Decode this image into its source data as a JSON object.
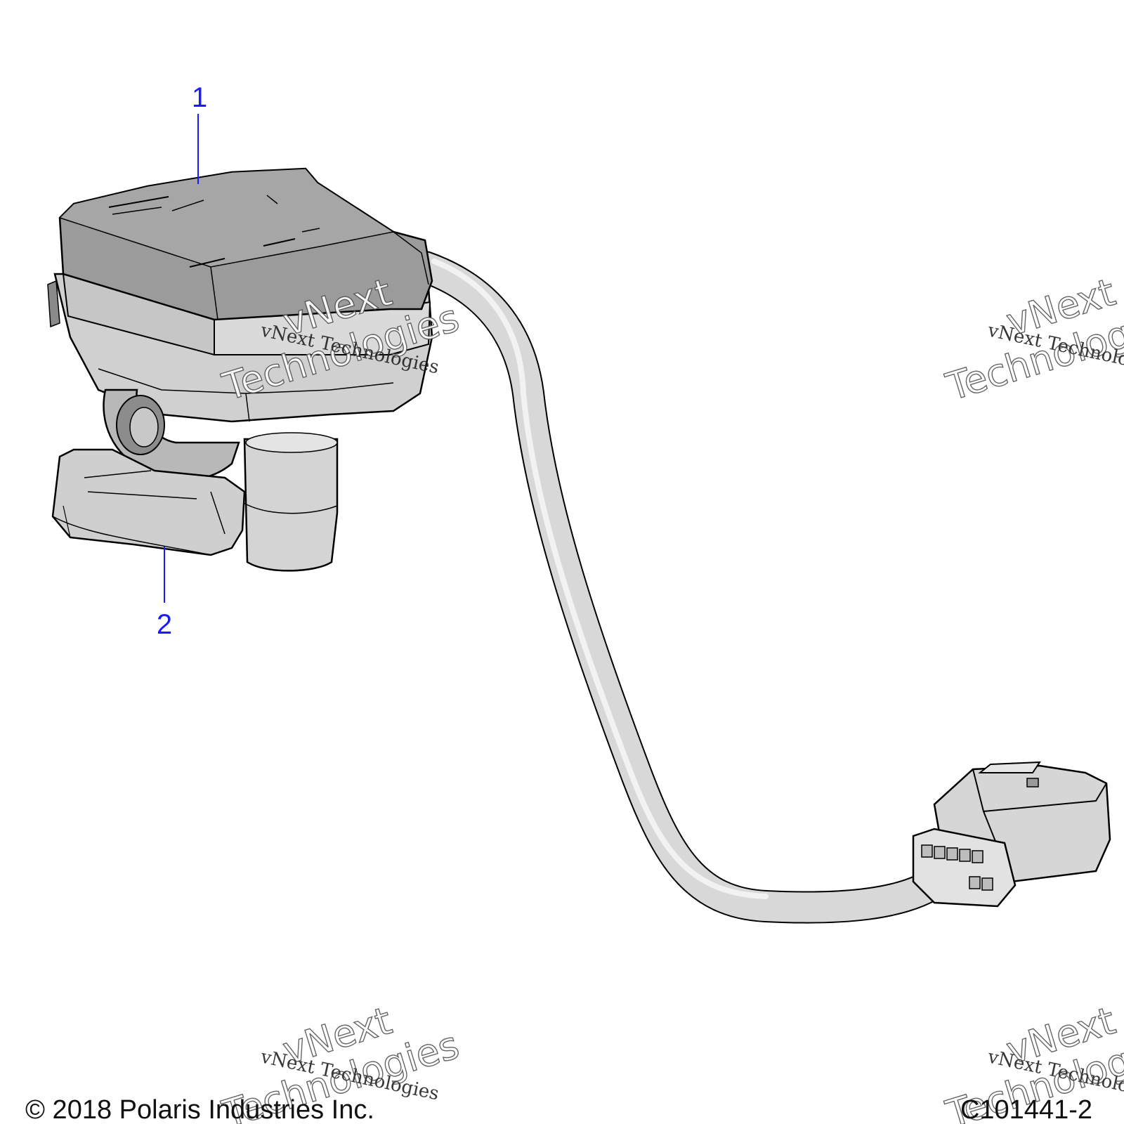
{
  "diagram": {
    "callouts": [
      {
        "label": "1"
      },
      {
        "label": "2"
      }
    ],
    "copyright": "© 2018 Polaris Industries Inc.",
    "figure_id": "C101441-2",
    "watermark": {
      "line_serif": "vNext Technologies",
      "outline_word1": "vNext",
      "outline_word2": "Technologies"
    },
    "colors": {
      "callout": "#1a1aff",
      "body_dark": "#9a9a9a",
      "body_light": "#d4d4d4",
      "outline": "#000000"
    }
  }
}
